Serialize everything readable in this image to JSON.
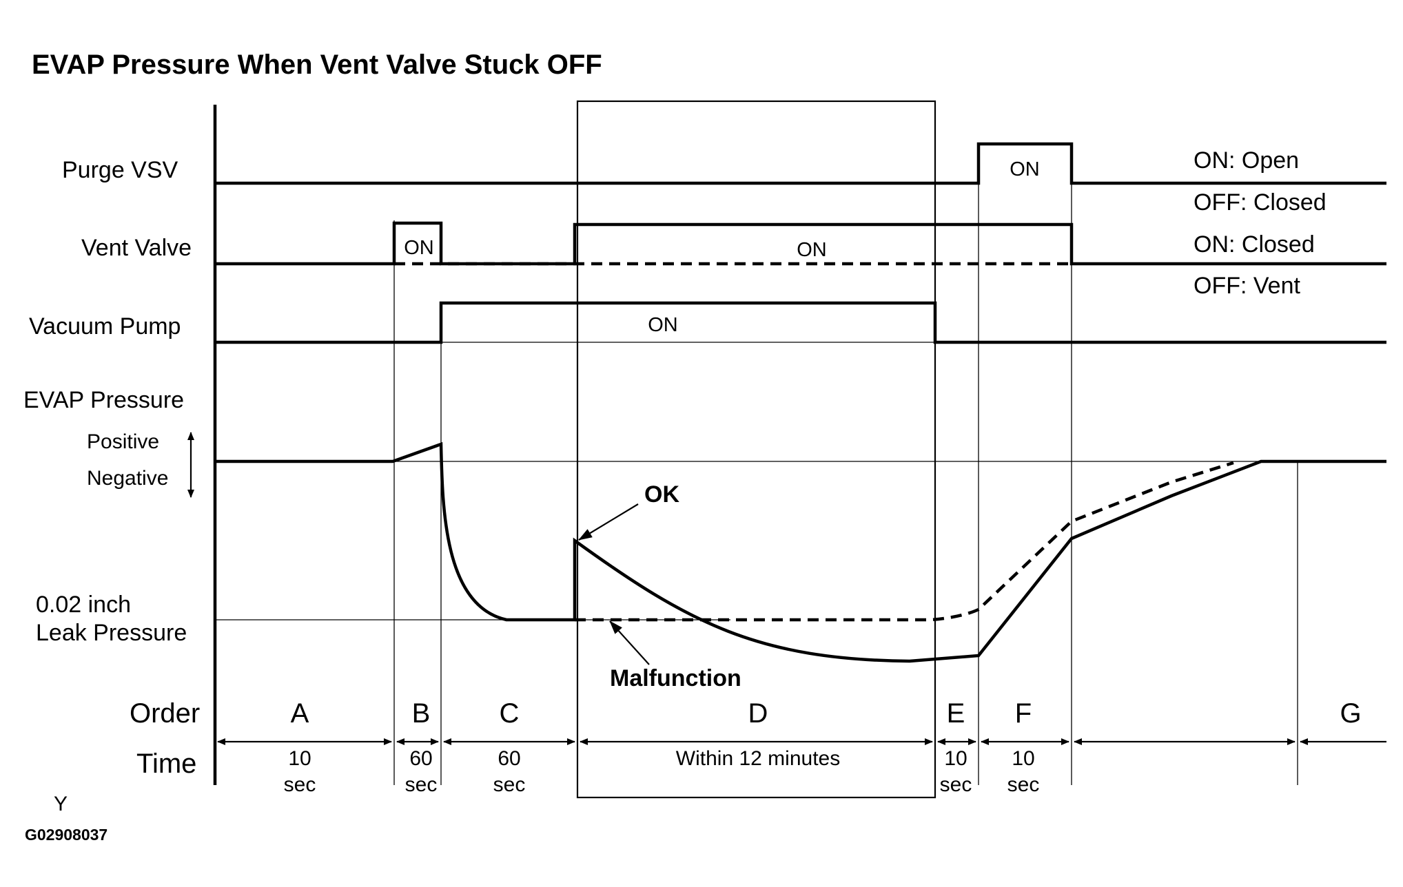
{
  "title": "EVAP Pressure When Vent Valve Stuck OFF",
  "signals": {
    "purge_vsv": "Purge VSV",
    "vent_valve": "Vent Valve",
    "vacuum_pump": "Vacuum Pump",
    "evap_pressure": "EVAP Pressure",
    "positive": "Positive",
    "negative": "Negative",
    "leak_line1": "0.02 inch",
    "leak_line2": "Leak Pressure"
  },
  "states": {
    "purge_on": "ON",
    "vent_on_short": "ON",
    "vent_on_long": "ON",
    "pump_on": "ON"
  },
  "legend": {
    "purge_on": "ON: Open",
    "purge_off": "OFF: Closed",
    "vent_on": "ON: Closed",
    "vent_off": "OFF: Vent"
  },
  "annotations": {
    "ok": "OK",
    "malfunction": "Malfunction"
  },
  "rows": {
    "order": "Order",
    "time": "Time"
  },
  "phases": [
    {
      "order": "A",
      "time1": "10",
      "time2": "sec"
    },
    {
      "order": "B",
      "time1": "60",
      "time2": "sec"
    },
    {
      "order": "C",
      "time1": "60",
      "time2": "sec"
    },
    {
      "order": "D",
      "time1": "Within 12 minutes",
      "time2": ""
    },
    {
      "order": "E",
      "time1": "10",
      "time2": "sec"
    },
    {
      "order": "F",
      "time1": "10",
      "time2": "sec"
    },
    {
      "order": "",
      "time1": "",
      "time2": ""
    },
    {
      "order": "G",
      "time1": "",
      "time2": ""
    }
  ],
  "footer": {
    "y_mark": "Y",
    "figure_code": "G02908037"
  }
}
